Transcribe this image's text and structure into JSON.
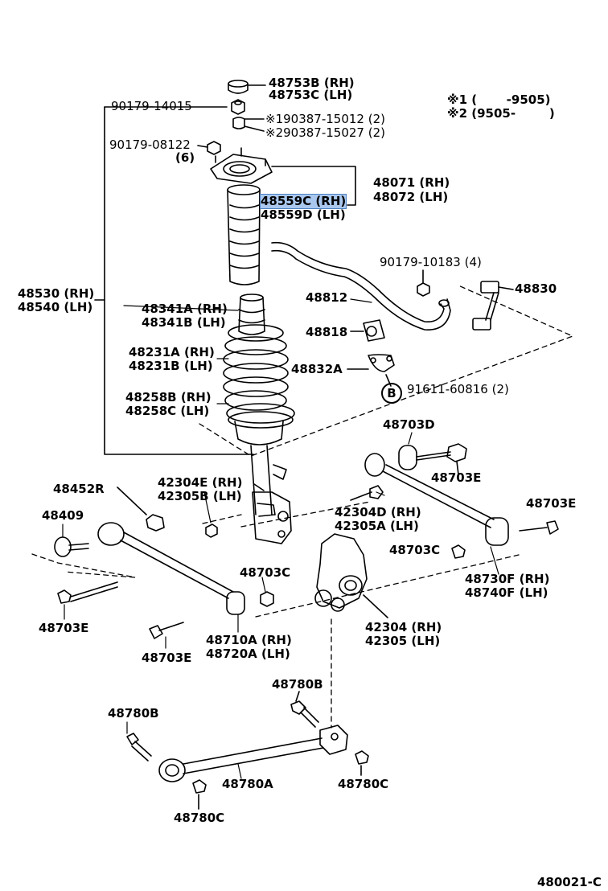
{
  "notes": {
    "note1": "※1 (       -9505)",
    "note2": "※2 (9505-        )"
  },
  "labels": {
    "p48753B": "48753B (RH)",
    "p48753C": "48753C (LH)",
    "p90179_14015": "90179-14015",
    "p190387": "※190387-15012 (2)",
    "p290387": "※290387-15027 (2)",
    "p90179_08122": "90179-08122",
    "qty6": "(6)",
    "p48071": "48071 (RH)",
    "p48072": "48072 (LH)",
    "p48559C": "48559C (RH)",
    "p48559D": "48559D (LH)",
    "p90179_10183": "90179-10183 (4)",
    "p48530": "48530 (RH)",
    "p48540": "48540 (LH)",
    "p48812": "48812",
    "p48830": "48830",
    "p48341A": "48341A (RH)",
    "p48341B": "48341B (LH)",
    "p48818": "48818",
    "p48231A": "48231A (RH)",
    "p48231B": "48231B (LH)",
    "p48832A": "48832A",
    "circleB": "B",
    "p91611": "91611-60816 (2)",
    "p48258B": "48258B (RH)",
    "p48258C": "48258C (LH)",
    "p48703D": "48703D",
    "p48703E_top": "48703E",
    "p48452R": "48452R",
    "p42304E": "42304E (RH)",
    "p42305B": "42305B (LH)",
    "p48703E_right": "48703E",
    "p48409": "48409",
    "p42304D": "42304D (RH)",
    "p42305A": "42305A (LH)",
    "p48703C_right": "48703C",
    "p48703C_mid": "48703C",
    "p48730F": "48730F (RH)",
    "p48740F": "48740F (LH)",
    "p48703E_left": "48703E",
    "p42304": "42304 (RH)",
    "p42305": "42305 (LH)",
    "p48710A": "48710A (RH)",
    "p48720A": "48720A (LH)",
    "p48703E_bottom": "48703E",
    "p48780B_mid": "48780B",
    "p48780B_left": "48780B",
    "p48780A": "48780A",
    "p48780C_right": "48780C",
    "p48780C_left": "48780C",
    "figure_id": "480021-C"
  }
}
